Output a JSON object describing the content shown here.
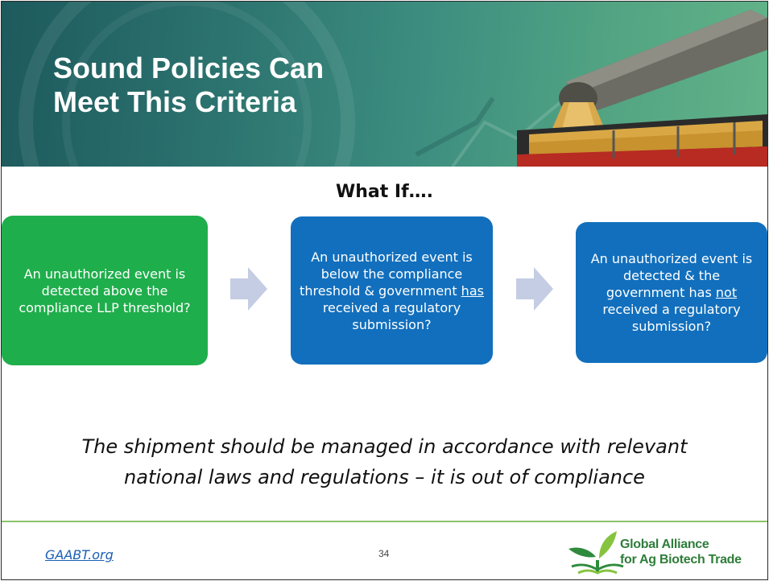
{
  "slide": {
    "title_line1": "Sound Policies Can",
    "title_line2": "Meet This Criteria",
    "subtitle": "What If….",
    "boxes": [
      {
        "text": "An unauthorized event is detected above the compliance LLP threshold?",
        "color": "#1fae4c"
      },
      {
        "text_before": "An unauthorized event is below the compliance threshold & government ",
        "underlined": "has",
        "text_after": " received a regulatory submission?",
        "color": "#126fbd"
      },
      {
        "text_before": "An unauthorized event is detected & the government has ",
        "underlined": "not",
        "text_after": " received  a regulatory submission?",
        "color": "#126fbd"
      }
    ],
    "conclusion_line1": "The shipment should be managed in accordance with relevant",
    "conclusion_line2": "national laws and regulations – it is out of compliance"
  },
  "footer": {
    "link_text": "GAABT.org",
    "page_number": "34",
    "logo_line1": "Global Alliance",
    "logo_line2": "for Ag Biotech Trade",
    "logo_icon": "sprout-icon",
    "rule_color": "#8dc26a"
  },
  "icons": {
    "arrow": "right-arrow-icon"
  }
}
